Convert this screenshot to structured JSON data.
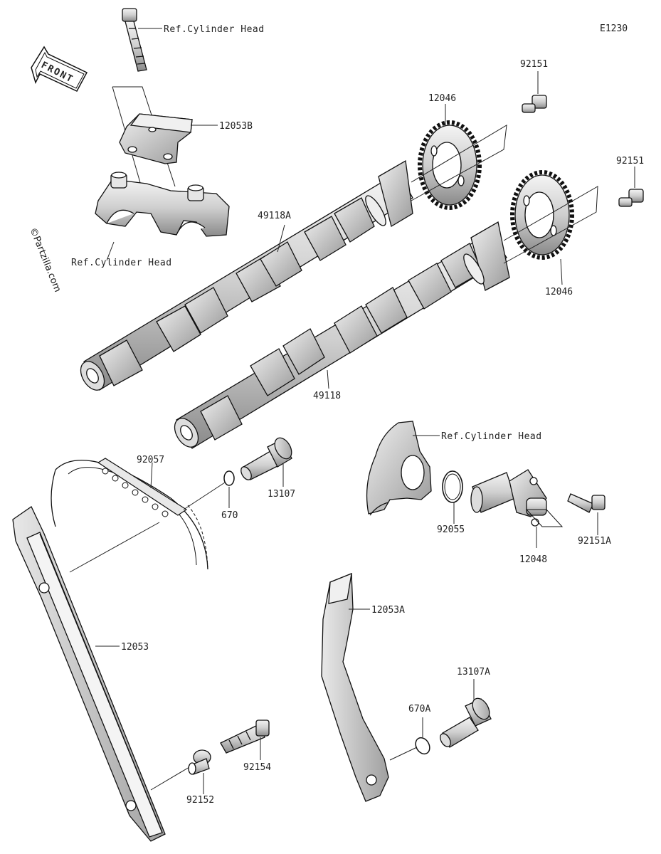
{
  "diagram_code": "E1230",
  "front_label": "FRONT",
  "watermark": "©Partzilla.com",
  "refs": {
    "cyl_head_top": "Ref.Cylinder Head",
    "cyl_head_mid": "Ref.Cylinder Head",
    "cyl_head_right": "Ref.Cylinder Head"
  },
  "parts": {
    "p12053B": "12053B",
    "p92151_top": "92151",
    "p92151_right": "92151",
    "p12046_top": "12046",
    "p12046_right": "12046",
    "p49118A": "49118A",
    "p49118": "49118",
    "p92057": "92057",
    "p670": "670",
    "p13107": "13107",
    "p92055": "92055",
    "p12048": "12048",
    "p92151A": "92151A",
    "p12053": "12053",
    "p12053A": "12053A",
    "p13107A": "13107A",
    "p670A": "670A",
    "p92154": "92154",
    "p92152": "92152"
  }
}
